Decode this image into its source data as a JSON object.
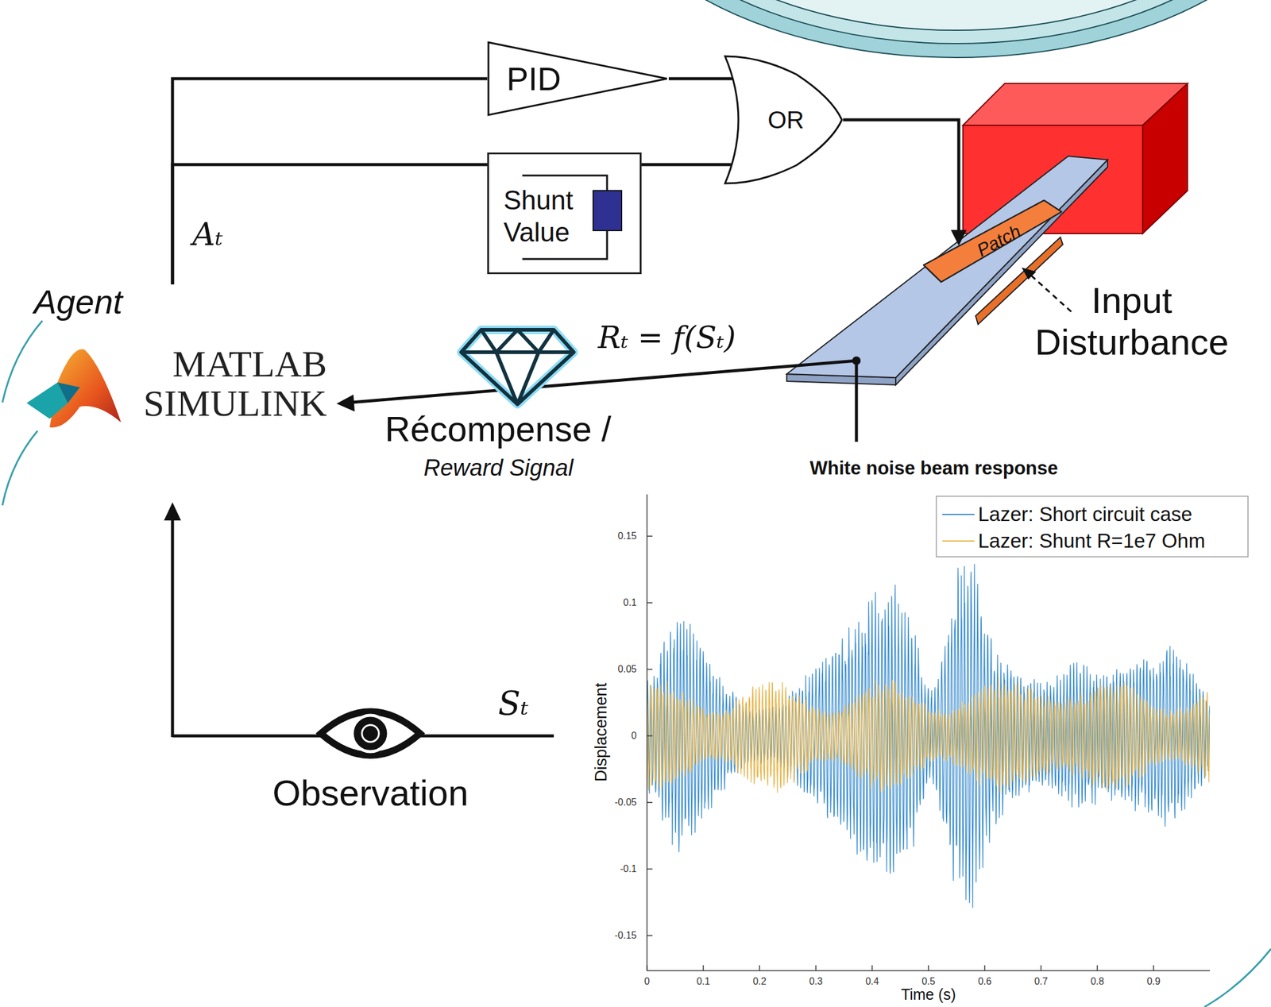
{
  "diagram": {
    "nodes": [
      {
        "text": [
          "Agent",
          "MATLAB SIMULINK"
        ]
      },
      {
        "text": [
          "PID"
        ]
      },
      {
        "text": [
          "Shunt Value"
        ]
      },
      {
        "text": [
          "OR"
        ]
      },
      {
        "text": [
          "Patch"
        ]
      }
    ],
    "edges": [
      {
        "from": 0,
        "to": 1,
        "arrow": "none"
      },
      {
        "from": 0,
        "to": 2,
        "arrow": "none"
      },
      {
        "from": 1,
        "to": 3,
        "arrow": "none"
      },
      {
        "from": 2,
        "to": 3,
        "arrow": "none"
      },
      {
        "from": 3,
        "to": 4,
        "arrow": "to"
      }
    ],
    "labels": [
      "Aₜ",
      "Rₜ = f(Sₜ)",
      "Récompense /",
      "Reward Signal",
      "Input Disturbance",
      "White noise beam response",
      "Sₜ",
      "Observation",
      "Displacement",
      "Time (s)",
      "0.15",
      "0.1",
      "0.05",
      "0",
      "-0.05",
      "-0.1",
      "-0.15",
      "0",
      "0.1",
      "0.2",
      "0.3",
      "0.4",
      "0.5",
      "0.6",
      "0.7",
      "0.8",
      "0.9"
    ],
    "legend": [
      {
        "text": "Lazer: Short circuit case"
      },
      {
        "text": "Lazer: Shunt R=1e7 Ohm"
      }
    ]
  }
}
